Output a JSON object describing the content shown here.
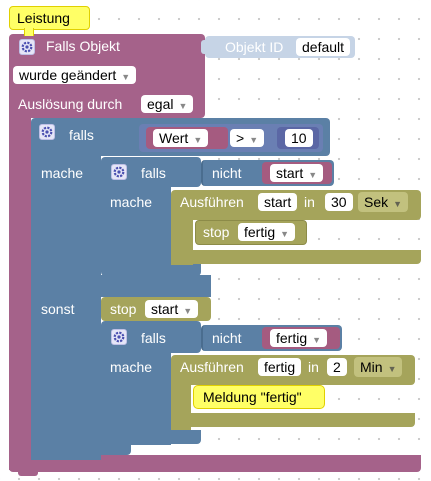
{
  "comment_bubble": {
    "text": "Leistung"
  },
  "trigger": {
    "title": "Falls Objekt",
    "object_id_label": "Objekt ID",
    "object_id_value": "default",
    "condition": "wurde geändert",
    "trigger_label": "Auslösung durch",
    "trigger_value": "egal"
  },
  "if1": {
    "falls_label": "falls",
    "compare_left": "Wert",
    "operator": ">",
    "compare_right": "10",
    "mache_label": "mache",
    "sonst_label": "sonst"
  },
  "if2": {
    "falls_label": "falls",
    "not_label": "nicht",
    "var": "start",
    "mache_label": "mache"
  },
  "timeout1": {
    "label": "Ausführen",
    "name": "start",
    "in_label": "in",
    "value": "30",
    "unit": "Sek"
  },
  "stop1": {
    "label": "stop",
    "name": "fertig"
  },
  "stop2": {
    "label": "stop",
    "name": "start"
  },
  "if3": {
    "falls_label": "falls",
    "not_label": "nicht",
    "var": "fertig",
    "mache_label": "mache"
  },
  "timeout2": {
    "label": "Ausführen",
    "name": "fertig",
    "in_label": "in",
    "value": "2",
    "unit": "Min"
  },
  "comment2": {
    "text": "Meldung \"fertig\""
  },
  "colors": {
    "event": "#a5628a",
    "logic": "#5b80a5",
    "timer": "#a5a45b",
    "variable": "#a55b80",
    "comment": "#ffff66",
    "gear_bg": "#e6e6f7"
  }
}
